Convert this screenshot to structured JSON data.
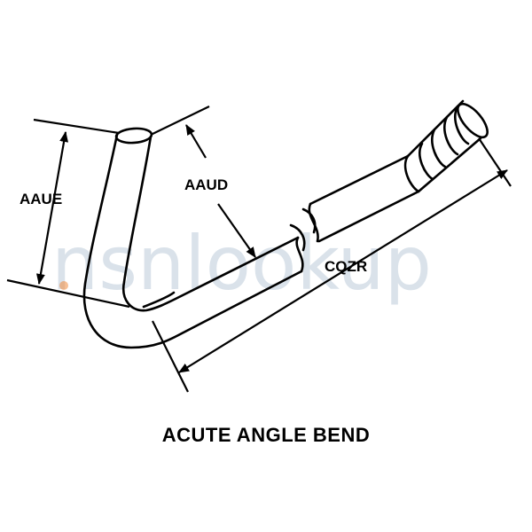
{
  "dimensions": {
    "vertical_leg_height": "AAUE",
    "short_leg_length": "AAUD",
    "overall_length": "CQZR"
  },
  "caption": "ACUTE ANGLE BEND",
  "watermark": "nsnlookup",
  "colors": {
    "ink": "#000000",
    "watermark": "#5b7fa3",
    "watermark_dot": "#f08a3c",
    "background": "#ffffff"
  }
}
